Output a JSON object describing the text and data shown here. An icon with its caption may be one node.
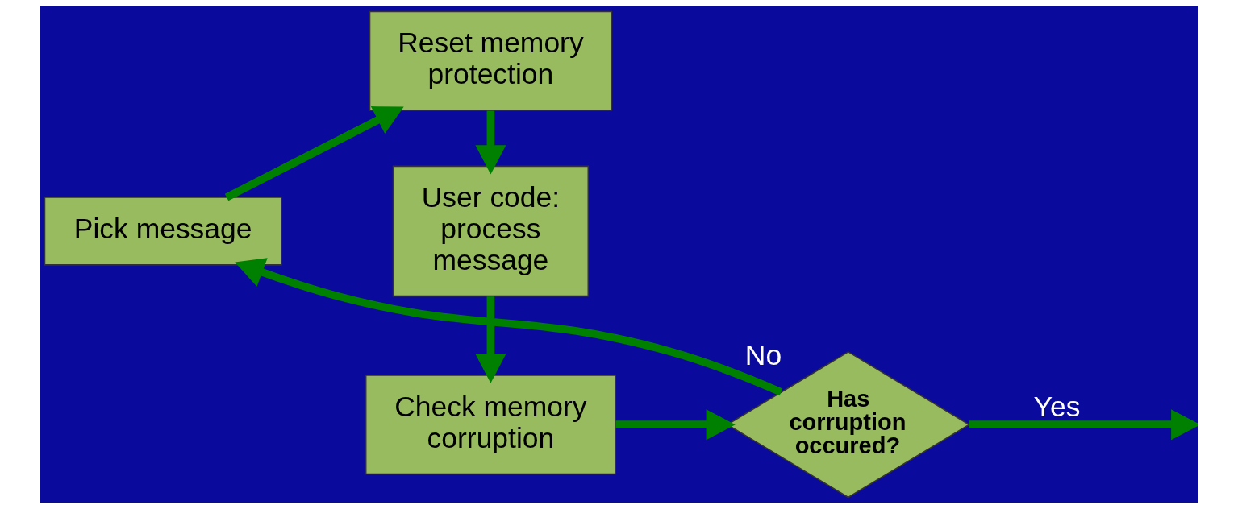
{
  "diagram": {
    "nodes": [
      {
        "text": [
          "Pick message"
        ]
      },
      {
        "text": [
          "Reset memory protection"
        ]
      },
      {
        "text": [
          "User code: process message"
        ]
      },
      {
        "text": [
          "Check memory corruption"
        ]
      },
      {
        "text": [
          "Has corruption occured?"
        ]
      }
    ],
    "edges": [
      {
        "from": 0,
        "to": 1,
        "arrow": "to"
      },
      {
        "from": 1,
        "to": 2,
        "arrow": "to"
      },
      {
        "from": 2,
        "to": 3,
        "arrow": "to"
      },
      {
        "from": 3,
        "to": 4,
        "arrow": "to"
      },
      {
        "from": 4,
        "to": 0,
        "arrow": "to",
        "label": "No"
      },
      {
        "from": 4,
        "to": null,
        "arrow": "to",
        "label": "Yes"
      }
    ]
  }
}
